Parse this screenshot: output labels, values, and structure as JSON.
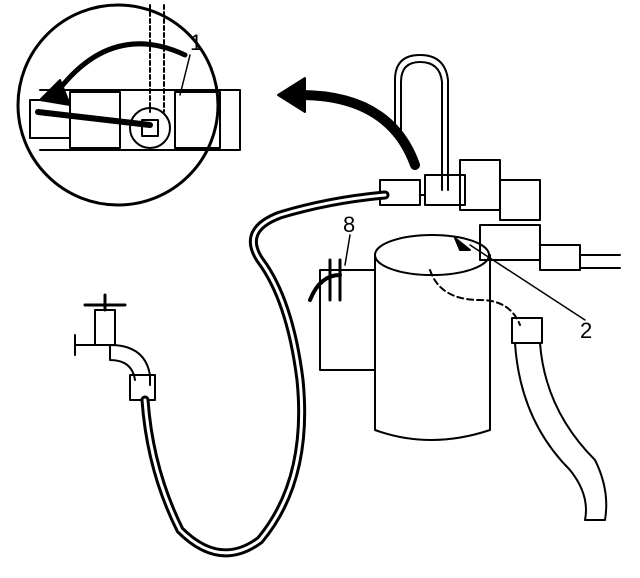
{
  "diagram": {
    "callouts": {
      "valve": "1",
      "tank_inlet": "2",
      "handle": "8"
    },
    "colors": {
      "line": "#000000",
      "background": "#ffffff"
    }
  }
}
